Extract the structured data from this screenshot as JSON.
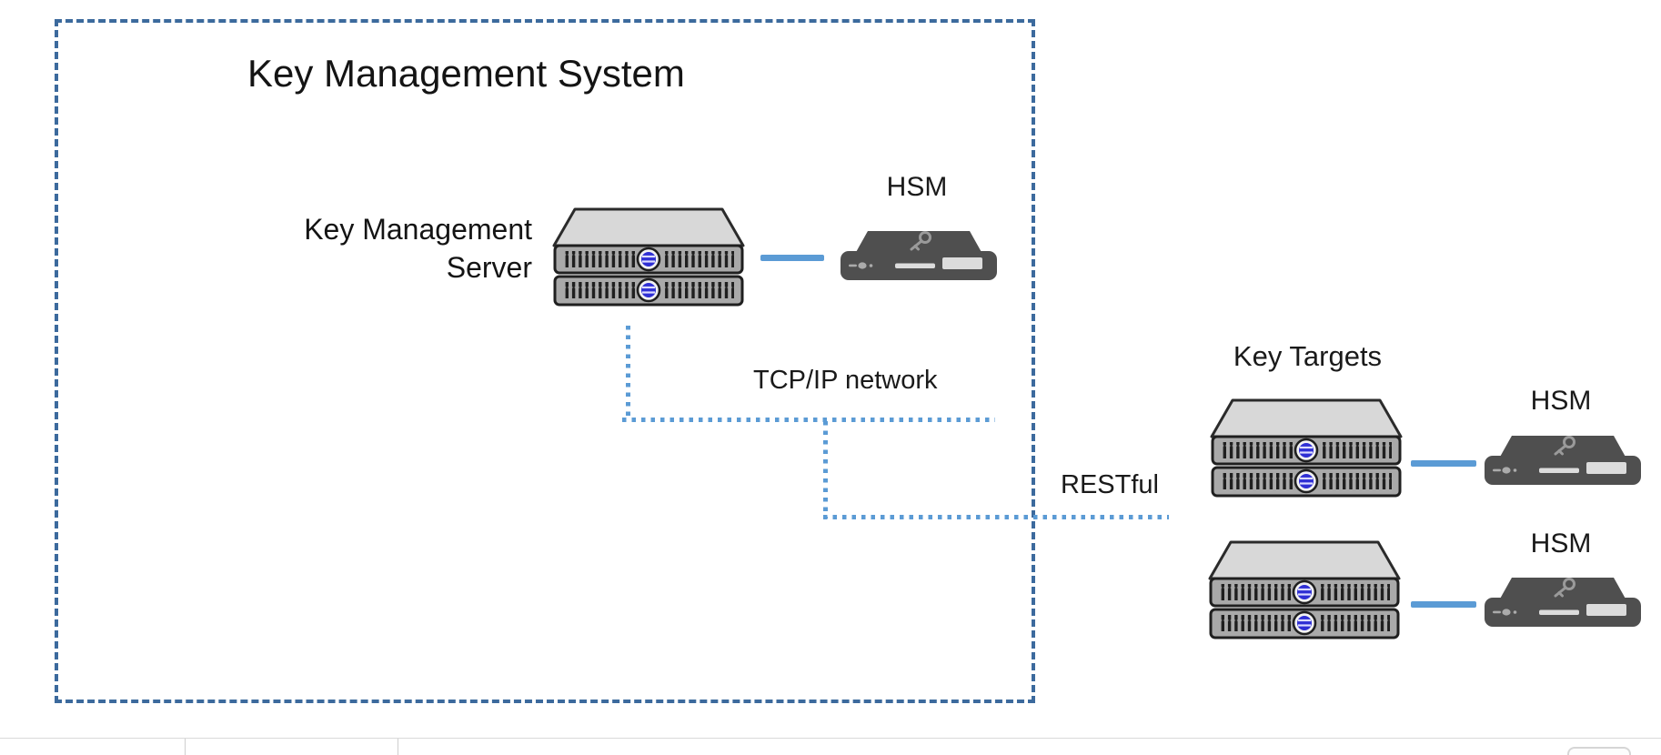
{
  "colors": {
    "box_border": "#3c6a9d",
    "connector_blue": "#5b9bd5",
    "server_body_gray": "#a9a9a9",
    "server_top_gray": "#d8d8d8",
    "hsm_body_gray": "#4f4f4f",
    "knob_blue": "#2f2fd4",
    "text": "#1f1f1f"
  },
  "kms": {
    "title": "Key Management System",
    "server_label_line1": "Key Management",
    "server_label_line2": "Server",
    "hsm_label": "HSM"
  },
  "network": {
    "tcp_label": "TCP/IP network",
    "restful_label": "RESTful"
  },
  "key_targets": {
    "title": "Key Targets",
    "targets": [
      {
        "hsm_label": "HSM"
      },
      {
        "hsm_label": "HSM"
      }
    ]
  }
}
